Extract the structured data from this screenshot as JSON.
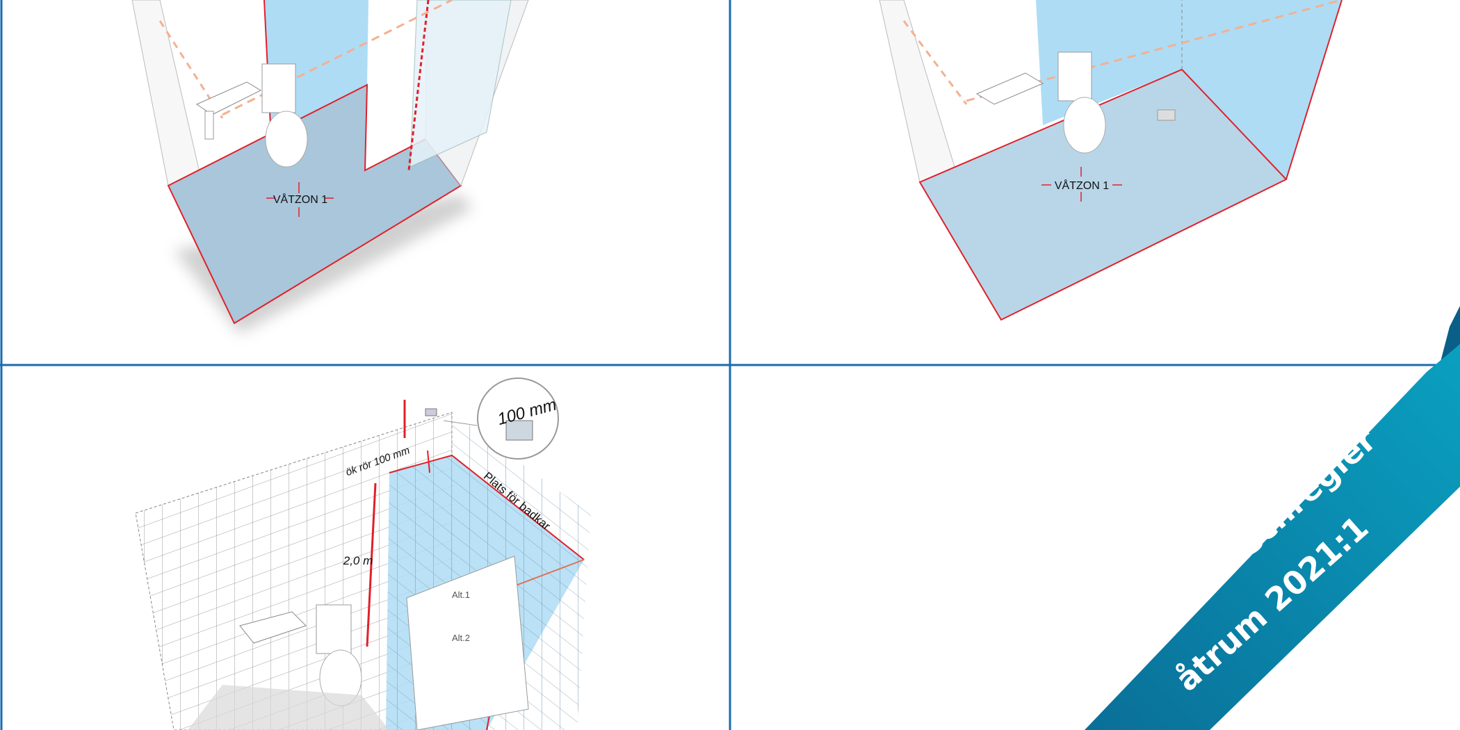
{
  "panels": [
    {
      "id": "top-left",
      "zone_label": "VÅTZON 1"
    },
    {
      "id": "top-right",
      "zone_label": "VÅTZON 1"
    },
    {
      "id": "bottom-left",
      "pipe_label": "ök rör 100 mm",
      "detail_label": "100 mm",
      "height_label": "2,0 m",
      "bathtub_label": "Plats för badkar",
      "alt1": "Alt.1",
      "alt2": "Alt.2"
    },
    {
      "id": "bottom-right"
    }
  ],
  "banner": {
    "line1": "ade branschregler",
    "line2": "åtrum 2021:1",
    "color": "#0a8db0"
  },
  "colors": {
    "frame": "#1a6bb0",
    "zone_red": "#e0202a",
    "wall_blue": "#aedcf5",
    "floor_blue": "#a9c6da"
  }
}
